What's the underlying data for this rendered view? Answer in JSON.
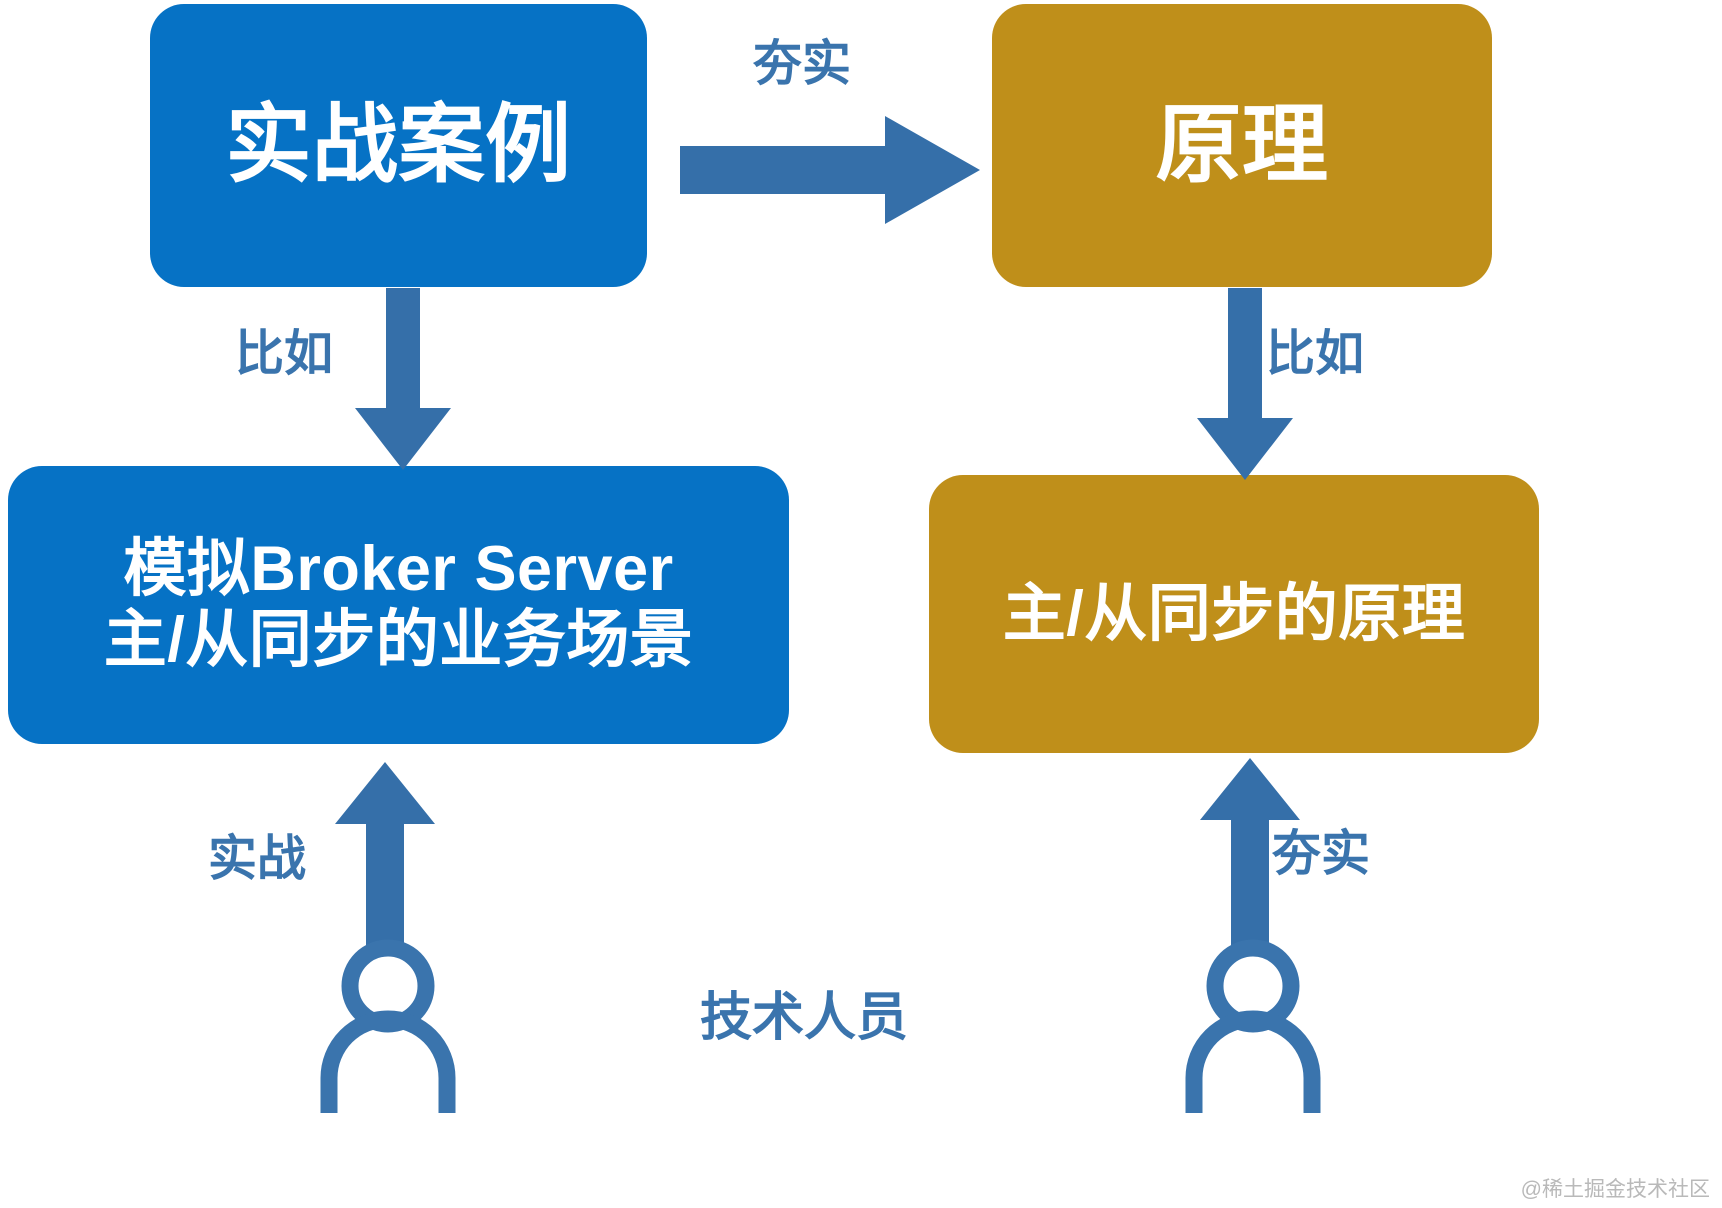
{
  "diagram": {
    "title_nodes": {
      "case_study": "实战案例",
      "principle": "原理"
    },
    "detail_nodes": {
      "broker_line1": "模拟Broker Server",
      "broker_line2": "主/从同步的业务场景",
      "sync_principle": "主/从同步的原理"
    },
    "edge_labels": {
      "case_to_principle": "夯实",
      "case_to_broker": "比如",
      "principle_to_sync": "比如",
      "person_to_broker": "实战",
      "person_to_sync": "夯实"
    },
    "actors": {
      "staff_caption": "技术人员",
      "left_icon": "person-icon",
      "right_icon": "person-icon"
    },
    "colors": {
      "blue_box": "#0672C5",
      "gold_box": "#BF8F1A",
      "arrow_blue": "#356FA9",
      "label_blue": "#3A74AD",
      "box_text": "#FFFFFF",
      "background": "#FFFFFF"
    },
    "watermark": "@稀土掘金技术社区"
  }
}
